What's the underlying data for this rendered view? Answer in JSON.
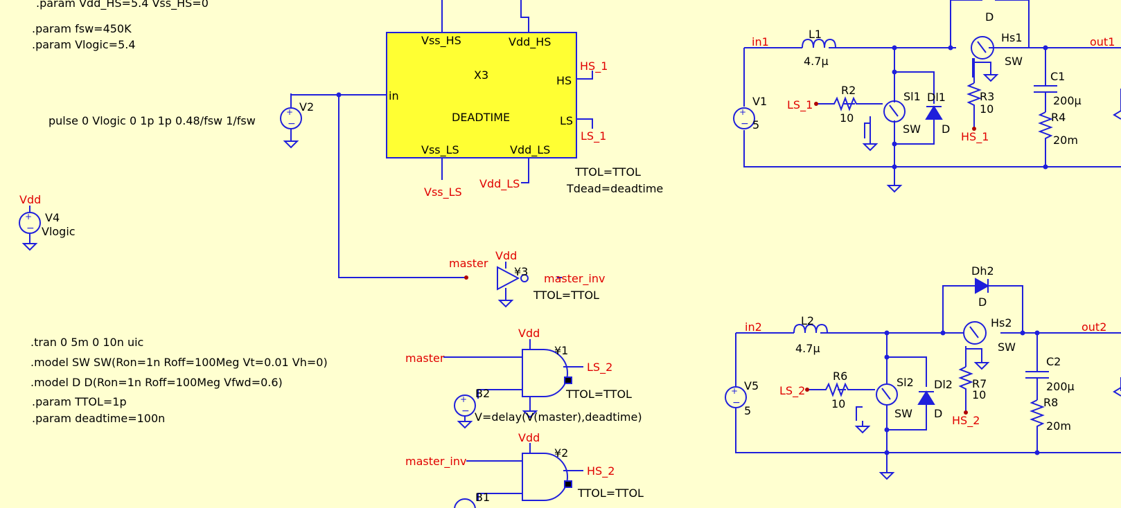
{
  "colors": {
    "background": "#ffffd0",
    "wire": "#1f1fdb",
    "net_label": "#e00000",
    "block_fill": "#ffff33",
    "text": "#000000"
  },
  "directives": {
    "param_vdd_hs": ".param Vdd_HS=5.4 Vss_HS=0",
    "param_fsw": ".param fsw=450K",
    "param_vlogic": ".param Vlogic=5.4",
    "pulse": "pulse 0 Vlogic 0 1p 1p 0.48/fsw 1/fsw",
    "tran": ".tran 0 5m 0 10n uic",
    "model_sw": ".model SW SW(Ron=1n Roff=100Meg Vt=0.01 Vh=0)",
    "model_d": ".model D D(Ron=1n Roff=100Meg Vfwd=0.6)",
    "param_ttol": ".param TTOL=1p",
    "param_deadtime": ".param deadtime=100n"
  },
  "deadtime_block": {
    "ref": "X3",
    "name": "DEADTIME",
    "pins": {
      "vss_hs": "Vss_HS",
      "vdd_hs": "Vdd_HS",
      "in": "in",
      "hs": "HS",
      "ls": "LS",
      "vss_ls": "Vss_LS",
      "vdd_ls": "Vdd_LS"
    },
    "param_ttol": "TTOL=TTOL",
    "param_tdead": "Tdead=deadtime"
  },
  "nets": {
    "hs_1": "HS_1",
    "ls_1": "LS_1",
    "vss_ls": "Vss_LS",
    "vdd_ls": "Vdd_LS",
    "vdd": "Vdd",
    "master": "master",
    "master_inv": "master_inv",
    "ls_2": "LS_2",
    "hs_2": "HS_2",
    "in1": "in1",
    "out1": "out1",
    "in2": "in2",
    "out2": "out2"
  },
  "sources": {
    "v2": {
      "ref": "V2"
    },
    "v4": {
      "ref": "V4",
      "value": "Vlogic"
    },
    "v1": {
      "ref": "V1",
      "value": "5"
    },
    "v5": {
      "ref": "V5",
      "value": "5"
    },
    "b2": {
      "ref": "B2",
      "value": "V=delay(V(master),deadtime)"
    },
    "b1": {
      "ref": "B1"
    }
  },
  "gates": {
    "y3": {
      "ref": "¥3",
      "param": "TTOL=TTOL"
    },
    "y1": {
      "ref": "¥1",
      "param": "TTOL=TTOL"
    },
    "y2": {
      "ref": "¥2",
      "param": "TTOL=TTOL"
    }
  },
  "stage1": {
    "l1": {
      "ref": "L1",
      "value": "4.7µ"
    },
    "r2": {
      "ref": "R2",
      "value": "10"
    },
    "sl1": {
      "ref": "Sl1",
      "model": "SW"
    },
    "dl1": {
      "ref": "Dl1",
      "model": "D"
    },
    "hs1": {
      "ref": "Hs1",
      "model": "SW"
    },
    "dh1": {
      "model": "D"
    },
    "r3": {
      "ref": "R3",
      "value": "10"
    },
    "c1": {
      "ref": "C1",
      "value": "200µ"
    },
    "r4": {
      "ref": "R4",
      "value": "20m"
    }
  },
  "stage2": {
    "l2": {
      "ref": "L2",
      "value": "4.7µ"
    },
    "r6": {
      "ref": "R6",
      "value": "10"
    },
    "sl2": {
      "ref": "Sl2",
      "model": "SW"
    },
    "dl2": {
      "ref": "Dl2",
      "model": "D"
    },
    "hs2": {
      "ref": "Hs2",
      "model": "SW"
    },
    "dh2": {
      "ref": "Dh2",
      "model": "D"
    },
    "r7": {
      "ref": "R7",
      "value": "10"
    },
    "c2": {
      "ref": "C2",
      "value": "200µ"
    },
    "r8": {
      "ref": "R8",
      "value": "20m"
    }
  }
}
